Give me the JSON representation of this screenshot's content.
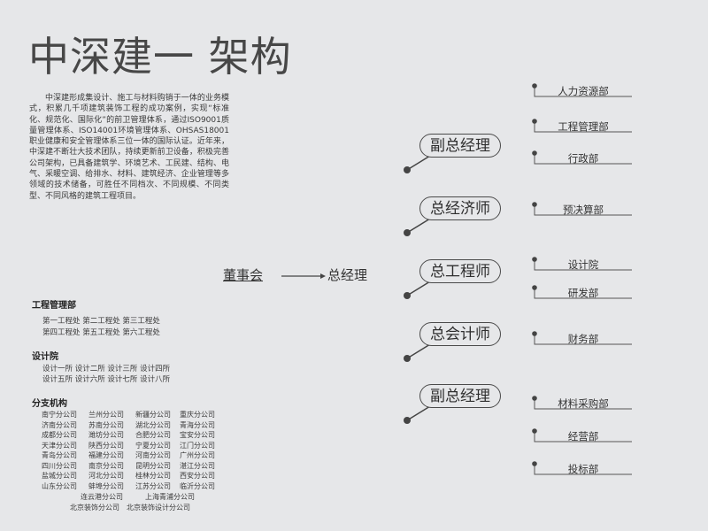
{
  "title": "中深建一 架构",
  "intro": "中深建形成集设计、施工与材料购销于一体的业务模式，积累几千项建筑装饰工程的成功案例，实现“标准化、规范化、国际化”的前卫管理体系，通过ISO9001质量管理体系、ISO14001环境管理体系、OHSAS18001职业健康和安全管理体系三位一体的国际认证。近年来，中深建不断壮大技术团队，持续更新前卫设备，积极完善公司架构，已具备建筑学、环境艺术、工民建、结构、电气、采暖空调、给排水、材料、建筑经济、企业管理等多领域的技术储备，可胜任不同档次、不同规模、不同类型、不同风格的建筑工程项目。",
  "sections": {
    "engineering": {
      "heading": "工程管理部",
      "rows": [
        "第一工程处  第二工程处  第三工程处",
        "第四工程处  第五工程处  第六工程处"
      ]
    },
    "design": {
      "heading": "设计院",
      "rows": [
        "设计一所  设计二所  设计三所  设计四所",
        "设计五所  设计六所  设计七所  设计八所"
      ]
    },
    "branches": {
      "heading": "分支机构",
      "grid": [
        [
          "南宁分公司",
          "兰州分公司",
          "新疆分公司",
          "重庆分公司"
        ],
        [
          "济南分公司",
          "苏南分公司",
          "湖北分公司",
          "青海分公司"
        ],
        [
          "成都分公司",
          "潍坊分公司",
          "合肥分公司",
          "宝安分公司"
        ],
        [
          "天津分公司",
          "陕西分公司",
          "宁夏分公司",
          "江门分公司"
        ],
        [
          "青岛分公司",
          "福建分公司",
          "河南分公司",
          "广州分公司"
        ],
        [
          "四川分公司",
          "南京分公司",
          "昆明分公司",
          "湛江分公司"
        ],
        [
          "盐城分公司",
          "河北分公司",
          "桂林分公司",
          "西安分公司"
        ],
        [
          "山东分公司",
          "蚌埠分公司",
          "江苏分公司",
          "临沂分公司"
        ]
      ],
      "extra1": [
        "连云港分公司",
        "上海青浦分公司"
      ],
      "extra2": [
        "北京装饰分公司",
        "北京装饰设计分公司"
      ]
    }
  },
  "hierarchy": {
    "board": "董事会",
    "ceo": "总经理",
    "arrow": "——→",
    "executives": [
      "副总经理",
      "总经济师",
      "总工程师",
      "总会计师",
      "副总经理"
    ],
    "departments": [
      "人力资源部",
      "工程管理部",
      "行政部",
      "预决算部",
      "设计院",
      "研发部",
      "财务部",
      "材料采购部",
      "经营部",
      "投标部"
    ]
  }
}
